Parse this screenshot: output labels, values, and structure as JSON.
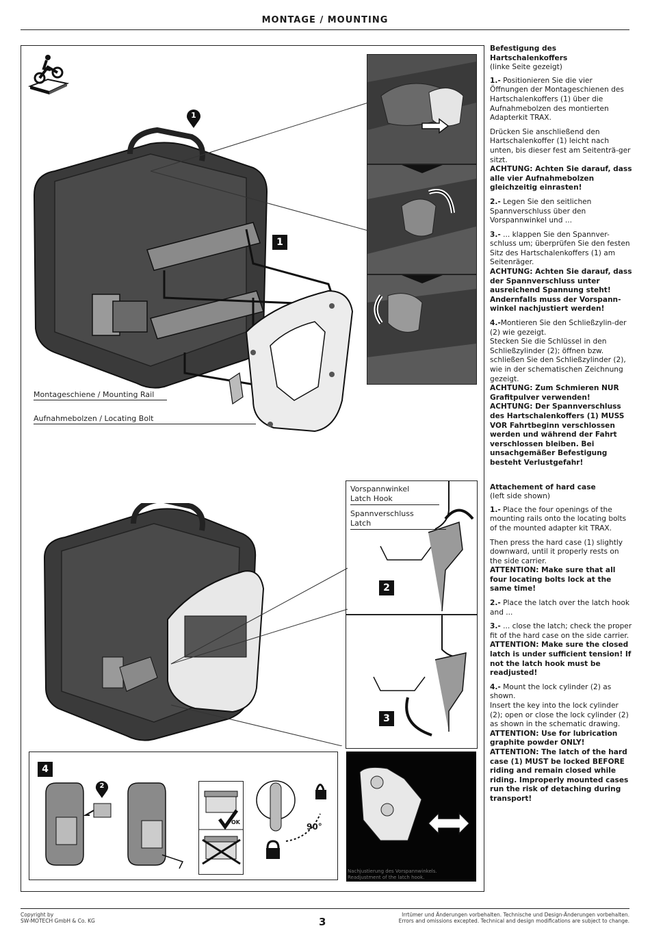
{
  "header": {
    "title": "MONTAGE / MOUNTING"
  },
  "figure1": {
    "badge": "1",
    "callout": "1",
    "label_rail": "Montageschiene / Mounting Rail",
    "label_bolt": "Aufnahmebolzen / Locating Bolt"
  },
  "figure_latch": {
    "label_hook_de": "Vorspannwinkel",
    "label_hook_en": "Latch Hook",
    "label_latch_de": "Spannverschluss",
    "label_latch_en": "Latch",
    "badge2": "2",
    "badge3": "3"
  },
  "figure4": {
    "badge": "4",
    "callout": "2",
    "ok_label": "OK",
    "angle_label": "90°"
  },
  "figure_adjust": {
    "caption_de": "Nachjustierung des Vorspannwinkels.",
    "caption_en": "Readjustment of the latch hook."
  },
  "german": {
    "heading": "Befestigung des Hartschalenkoffers",
    "subheading": "(linke Seite gezeigt)",
    "s1_num": "1.-",
    "s1": "Positionieren Sie die vier Öffnungen der Montageschienen des Hartschalenkoffers (1) über die Aufnahmebolzen des montierten Adapterkit TRAX.",
    "s1b": "Drücken Sie anschließend den Hartschalenkoffer (1) leicht nach unten, bis dieser fest am Seitenträ-ger sitzt.",
    "s1_warn": "ACHTUNG: Achten Sie darauf, dass alle vier Aufnahmebolzen gleichzeitig einrasten!",
    "s2_num": "2.-",
    "s2": "Legen Sie den seitlichen Spannverschluss über den Vorspannwinkel und ...",
    "s3_num": "3.-",
    "s3": "... klappen Sie den Spannver-schluss um; überprüfen Sie den festen Sitz des Hartschalenkoffers (1) am Seitenräger.",
    "s3_warn": "ACHTUNG: Achten Sie darauf, dass der Spannverschluss unter ausreichend Spannung steht! Andernfalls muss der Vorspann-winkel nachjustiert werden!",
    "s4_num": "4.-",
    "s4": "Montieren Sie den Schließzylin-der (2) wie gezeigt.",
    "s4b": "Stecken Sie die Schlüssel in den Schließzylinder (2); öffnen bzw. schließen Sie den Schließzylinder (2), wie in der schematischen Zeichnung gezeigt.",
    "s4_warn1": "ACHTUNG: Zum Schmieren NUR Grafitpulver verwenden!",
    "s4_warn2": "ACHTUNG: Der Spannverschluss des Hartschalenkoffers (1) MUSS VOR Fahrtbeginn verschlossen werden und während der Fahrt verschlossen bleiben. Bei unsachgemäßer Befestigung besteht Verlustgefahr!"
  },
  "english": {
    "heading": "Attachement of hard case",
    "subheading": "(left side shown)",
    "s1_num": "1.-",
    "s1": "Place the four openings of the mounting rails onto the locating bolts of the mounted adapter kit TRAX.",
    "s1b": "Then press the hard case (1) slightly downward, until it properly rests on the side carrier.",
    "s1_warn": "ATTENTION: Make sure that all four locating bolts lock at the same time!",
    "s2_num": "2.-",
    "s2": "Place the latch over the latch hook and ...",
    "s3_num": "3.-",
    "s3": "... close the latch; check the proper fit of the hard case on the side carrier.",
    "s3_warn": "ATTENTION: Make sure the closed latch is under sufficient tension! If not the latch hook must be readjusted!",
    "s4_num": "4.-",
    "s4": "Mount the lock cylinder (2) as shown.",
    "s4b": "Insert the key into the lock cylinder (2); open or close the lock cylinder (2) as shown in the schematic drawing.",
    "s4_warn1": "ATTENTION: Use for lubrication graphite powder ONLY!",
    "s4_warn2": "ATTENTION: The latch of the hard case (1) MUST be locked BEFORE riding and remain closed while riding. Improperly mounted cases run the risk of detaching during transport!"
  },
  "footer": {
    "copyright_1": "Copyright by",
    "copyright_2": "SW-MOTECH GmbH & Co. KG",
    "page": "3",
    "disclaimer_de": "Irrtümer und Änderungen vorbehalten. Technische und Design-Änderungen vorbehalten.",
    "disclaimer_en": "Errors and omissions excepted. Technical and design modifications are subject to change."
  }
}
